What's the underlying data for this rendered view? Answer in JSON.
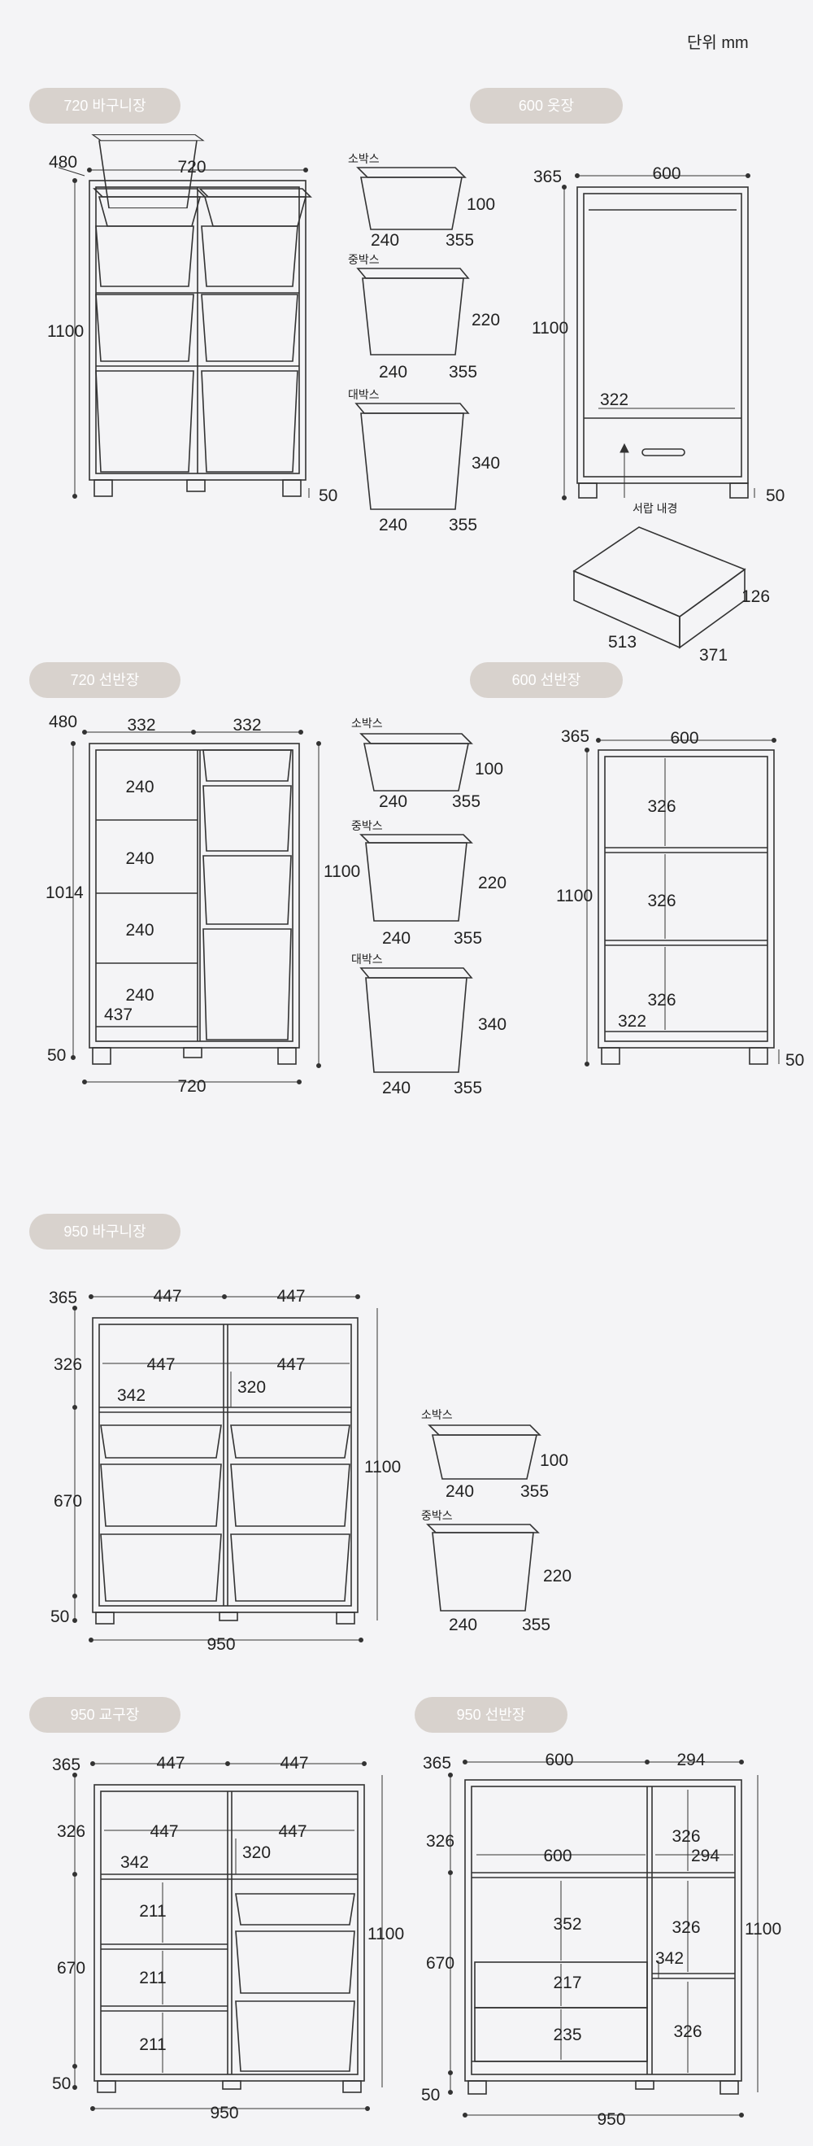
{
  "unit_label": "단위 mm",
  "sections": {
    "s1": {
      "title": "720 바구니장",
      "depth": "480",
      "width": "720",
      "height": "1100",
      "foot": "50"
    },
    "s2": {
      "title": "600 옷장",
      "depth": "365",
      "width": "600",
      "height": "1100",
      "inner": "322",
      "foot": "50",
      "drawer_label": "서랍 내경",
      "drawer_w": "513",
      "drawer_d": "371",
      "drawer_h": "126"
    },
    "s3": {
      "title": "720 선반장",
      "depth": "480",
      "w_left": "332",
      "w_right": "332",
      "inner_h": "1014",
      "total_h": "1100",
      "shelves": [
        "240",
        "240",
        "240",
        "240"
      ],
      "inner": "437",
      "foot": "50",
      "width": "720"
    },
    "s4": {
      "title": "600 선반장",
      "depth": "365",
      "width": "600",
      "height": "1100",
      "shelves": [
        "326",
        "326",
        "326"
      ],
      "inner": "322",
      "foot": "50"
    },
    "s5": {
      "title": "950 바구니장",
      "depth": "365",
      "w_left": "447",
      "w_right": "447",
      "h_top": "326",
      "h_mid": "670",
      "foot": "50",
      "width": "950",
      "height": "1100",
      "in_left": "447",
      "in_right": "447",
      "d1": "342",
      "d2": "320"
    },
    "s6": {
      "title": "950 교구장",
      "depth": "365",
      "w_left": "447",
      "w_right": "447",
      "h_top": "326",
      "h_mid": "670",
      "foot": "50",
      "width": "950",
      "height": "1100",
      "in_left": "447",
      "in_right": "447",
      "d1": "342",
      "d2": "320",
      "shelves": [
        "211",
        "211",
        "211"
      ]
    },
    "s7": {
      "title": "950 선반장",
      "depth": "365",
      "w_left": "600",
      "w_right": "294",
      "h_top": "326",
      "h_mid": "670",
      "foot": "50",
      "width": "950",
      "height": "1100",
      "in_left": "600",
      "in_right": "294",
      "left_shelves": [
        "352",
        "217",
        "235"
      ],
      "right_shelves": [
        "326",
        "326",
        "326"
      ],
      "d1": "342"
    }
  },
  "boxes": {
    "small": {
      "name": "소박스",
      "w": "240",
      "d": "355",
      "h": "100"
    },
    "medium": {
      "name": "중박스",
      "w": "240",
      "d": "355",
      "h": "220"
    },
    "large": {
      "name": "대박스",
      "w": "240",
      "d": "355",
      "h": "340"
    }
  }
}
